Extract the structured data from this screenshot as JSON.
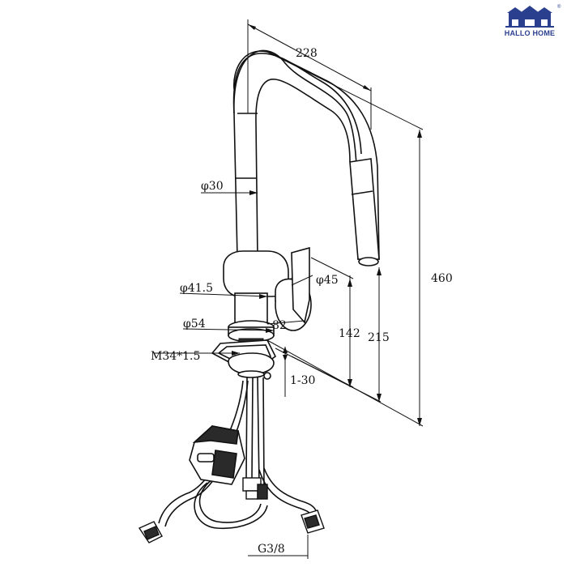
{
  "brand": {
    "name": "HALLO HOME",
    "registered": "®",
    "color": "#2b3f8f"
  },
  "dimensions": {
    "spout_reach": "228",
    "total_height": "460",
    "tube_diameter": "φ30",
    "handle_diameter": "φ45",
    "body_diameter": "φ41.5",
    "handle_offset": "82",
    "base_diameter": "φ54",
    "mount_thread": "M34*1.5",
    "handle_height": "142",
    "spout_height": "215",
    "deck_thickness": "1-30",
    "inlet_thread": "G3/8"
  }
}
